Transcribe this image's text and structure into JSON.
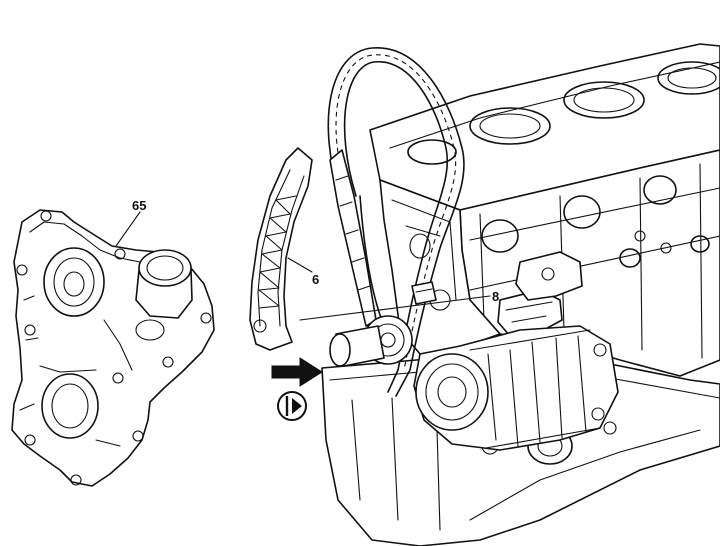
{
  "callouts": {
    "part_65": "65",
    "part_6": "6",
    "part_8": "8"
  },
  "symbols": {
    "arrow_icon": "filled-arrow-right-icon",
    "mark_icon": "circled-marker-icon"
  },
  "colors": {
    "line": "#111111",
    "background": "#ffffff"
  }
}
